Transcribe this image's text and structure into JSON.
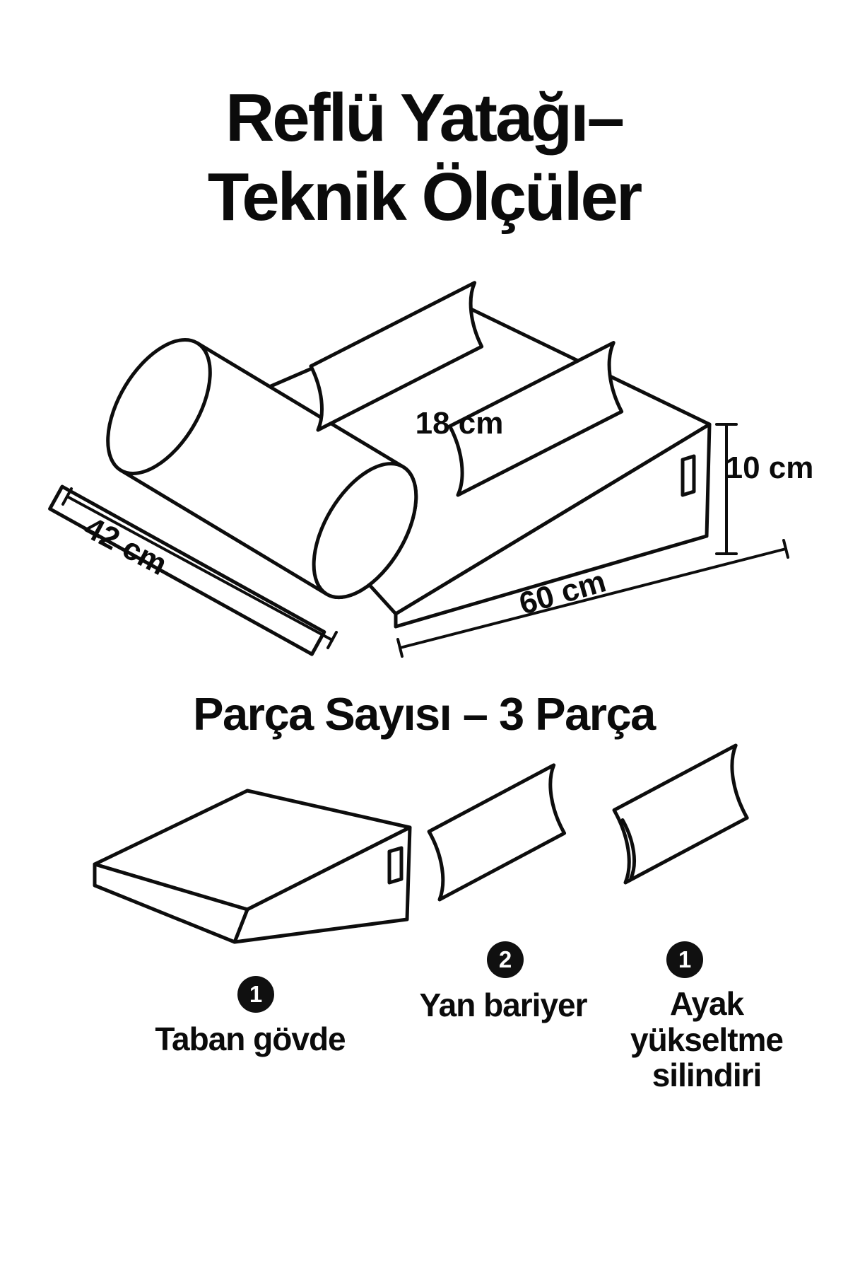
{
  "title": {
    "line1": "Reflü Yatağı–",
    "line2": "Teknik Ölçüler"
  },
  "diagram": {
    "dim_gap": "18 cm",
    "dim_height": "10 cm",
    "dim_depth": "42 cm",
    "dim_length": "60 cm"
  },
  "parts": {
    "heading": "Parça Sayısı – 3 Parça",
    "items": [
      {
        "qty": "1",
        "name": "Taban gövde"
      },
      {
        "qty": "2",
        "name": "Yan bariyer"
      },
      {
        "qty": "1",
        "name": "Ayak yükseltme silindiri"
      }
    ]
  },
  "colors": {
    "background": "#ffffff",
    "ink": "#0b0b0b",
    "badge": "#101010"
  }
}
